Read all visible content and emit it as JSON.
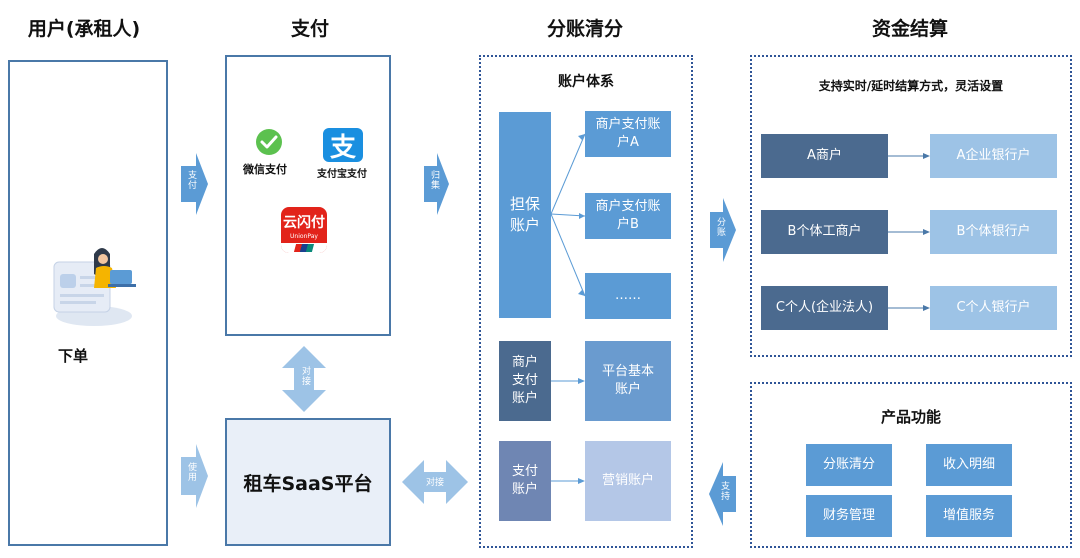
{
  "columns": {
    "user": "用户(承租人)",
    "pay": "支付",
    "split": "分账清分",
    "settle": "资金结算"
  },
  "user_panel": {
    "order_label": "下单"
  },
  "pay_panel": {
    "wechat": "微信支付",
    "alipay": "支付宝支付",
    "alipay_glyph": "支",
    "unionpay_cn": "云闪付",
    "unionpay_en": "UnionPay"
  },
  "platform": {
    "title": "租车SaaS平台"
  },
  "arrows": {
    "pay": "支付",
    "use": "使用",
    "dock_v": "对接",
    "dock_h": "对接",
    "return": "归集",
    "split": "分账",
    "support": "支持"
  },
  "account_system": {
    "title": "账户体系",
    "guarantee": "担保账户",
    "merchant_a": "商户支付账户A",
    "merchant_b": "商户支付账户B",
    "ellipsis": "……",
    "merchant_pay": "商户支付账户",
    "platform_basic": "平台基本账户",
    "pay_account": "支付账户",
    "marketing": "营销账户"
  },
  "settlement": {
    "subtitle": "支持实时/延时结算方式，灵活设置",
    "rows": [
      {
        "left": "A商户",
        "right": "A企业银行户"
      },
      {
        "left": "B个体工商户",
        "right": "B个体银行户"
      },
      {
        "left": "C个人(企业法人)",
        "right": "C个人银行户"
      }
    ]
  },
  "product": {
    "title": "产品功能",
    "items": [
      "分账清分",
      "收入明细",
      "财务管理",
      "增值服务"
    ]
  },
  "colors": {
    "dark_blue": "#4b6a8f",
    "mid_blue": "#5b9bd5",
    "light_blue": "#9dc3e6",
    "pale_blue": "#b4c7e7",
    "arrow_blue": "#5b9bd5",
    "platform_bg": "#e9eff8"
  }
}
